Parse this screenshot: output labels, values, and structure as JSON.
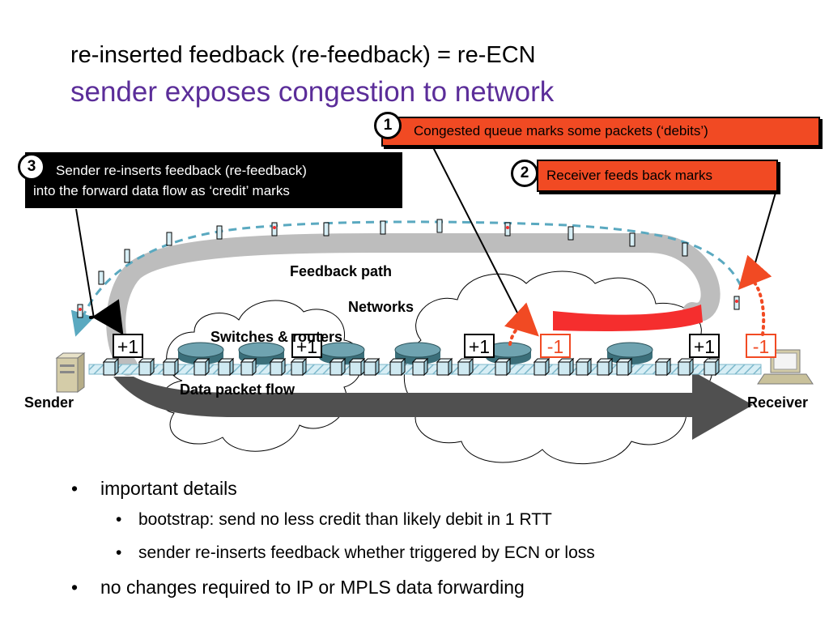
{
  "slide": {
    "title": "re-inserted feedback (re-feedback) = re-ECN",
    "subtitle": "sender exposes congestion to network"
  },
  "callouts": [
    {
      "number": "1",
      "text": "Congested queue marks some packets (‘debits’)"
    },
    {
      "number": "2",
      "text": "Receiver feeds back marks"
    },
    {
      "number": "3",
      "line1": "Sender re-inserts feedback (re-feedback)",
      "line2": "into the forward data flow as ‘credit’ marks"
    }
  ],
  "diagram": {
    "labels": {
      "feedback_path": "Feedback path",
      "networks": "Networks",
      "switches_routers": "Switches & routers",
      "data_packet_flow": "Data packet flow",
      "sender": "Sender",
      "receiver": "Receiver"
    },
    "marks": {
      "credit": "+1",
      "debit": "-1"
    },
    "colors": {
      "callout_fill": "#f14a23",
      "credit_box": "#000000",
      "debit_box": "#f14a23",
      "feedback_dash": "#5aa9c0",
      "feedback_loop": "#bdbdbd",
      "data_arrow": "#505050",
      "congestion_band": "#f52e2e"
    },
    "icons": [
      "server-icon",
      "laptop-icon",
      "router-icon",
      "cloud-icon",
      "packet-icon"
    ]
  },
  "bullets": [
    {
      "level": 1,
      "text": "important details"
    },
    {
      "level": 2,
      "text": "bootstrap: send no less credit than likely debit in 1 RTT"
    },
    {
      "level": 2,
      "text": "sender re-inserts feedback whether triggered by ECN or loss"
    },
    {
      "level": 1,
      "text": "no changes required to IP or MPLS data forwarding"
    }
  ],
  "bullet_glyph": "•"
}
